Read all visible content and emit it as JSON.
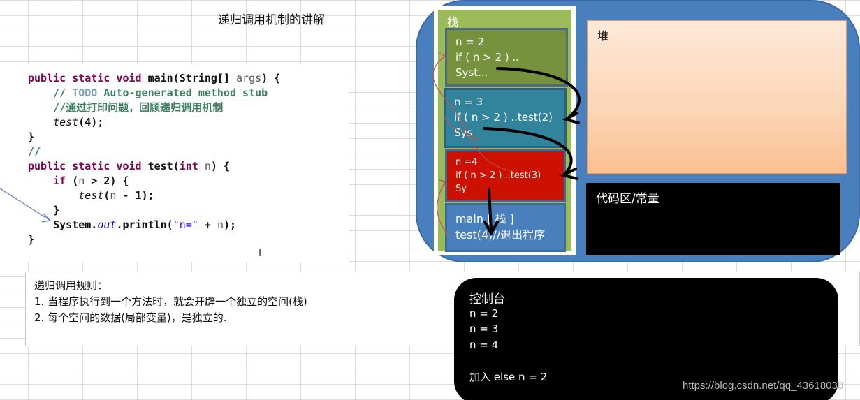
{
  "title": "递归调用机制的讲解",
  "code": {
    "lines": [
      {
        "parts": [
          [
            "kw",
            "public static void "
          ],
          [
            "b",
            "main(String[] "
          ],
          [
            "var",
            "args"
          ],
          [
            "b",
            ") {"
          ]
        ]
      },
      {
        "parts": [
          [
            "",
            "    "
          ],
          [
            "cm",
            "// "
          ],
          [
            "todo",
            "TODO"
          ],
          [
            "cm",
            " Auto-generated method stub"
          ]
        ]
      },
      {
        "parts": [
          [
            "",
            "    "
          ],
          [
            "cm",
            "//通过打印问题，回顾递归调用机制"
          ]
        ]
      },
      {
        "parts": [
          [
            "",
            "    "
          ],
          [
            "it",
            "test"
          ],
          [
            "b",
            "(4);"
          ]
        ]
      },
      {
        "parts": [
          [
            "b",
            "}"
          ]
        ]
      },
      {
        "parts": [
          [
            "cm",
            "//"
          ]
        ]
      },
      {
        "parts": [
          [
            "kw",
            "public static void "
          ],
          [
            "b",
            "test("
          ],
          [
            "kw",
            "int "
          ],
          [
            "var",
            "n"
          ],
          [
            "b",
            ") {"
          ]
        ]
      },
      {
        "parts": [
          [
            "",
            "    "
          ],
          [
            "kw",
            "if "
          ],
          [
            "b",
            "("
          ],
          [
            "var",
            "n"
          ],
          [
            "b",
            " > 2) {"
          ]
        ]
      },
      {
        "parts": [
          [
            "",
            "        "
          ],
          [
            "it",
            "test"
          ],
          [
            "b",
            "("
          ],
          [
            "var",
            "n"
          ],
          [
            "b",
            " - 1);"
          ]
        ]
      },
      {
        "parts": [
          [
            "",
            "    "
          ],
          [
            "b",
            "}"
          ]
        ]
      },
      {
        "parts": [
          [
            "",
            "    "
          ],
          [
            "b",
            "System."
          ],
          [
            "fld",
            "out"
          ],
          [
            "b",
            ".println("
          ],
          [
            "str",
            "\"n=\""
          ],
          [
            "b",
            " + "
          ],
          [
            "var",
            "n"
          ],
          [
            "b",
            ");"
          ]
        ]
      },
      {
        "parts": [
          [
            "b",
            "}"
          ]
        ]
      }
    ]
  },
  "memory": {
    "stack_label": "栈",
    "frames": [
      {
        "lines": [
          "n  = 2",
          "if ( n > 2 ) ..",
          "Syst..."
        ],
        "color": "#76923c"
      },
      {
        "lines": [
          "n  = 3",
          "if ( n > 2 ) ..test(2)",
          "Sys"
        ],
        "color": "#31849b"
      },
      {
        "lines": [
          "n  =4",
          "if ( n > 2 ) ..test(3)",
          "Sy"
        ],
        "color": "#cc1100"
      },
      {
        "lines": [
          "main [ 栈 ]",
          "test(4)//退出程序"
        ],
        "color": "#4a7fbe"
      }
    ],
    "heap_label": "堆",
    "code_area_label": "代码区/常量"
  },
  "rules": {
    "lines": [
      "递归调用规则：",
      "1. 当程序执行到一个方法时，就会开辟一个独立的空间(栈)",
      "2. 每个空间的数据(局部变量)，是独立的."
    ]
  },
  "console": {
    "title": "控制台",
    "lines": [
      "n = 2",
      "n = 3",
      "n = 4",
      "",
      "加入 else  n = 2"
    ]
  },
  "watermark": "https://blog.csdn.net/qq_43618030",
  "colors": {
    "memory_bg": "#4a7fbe",
    "stack_bg": "#9bbb59",
    "heap_top": "#fde9d9",
    "heap_bottom": "#fac090"
  }
}
